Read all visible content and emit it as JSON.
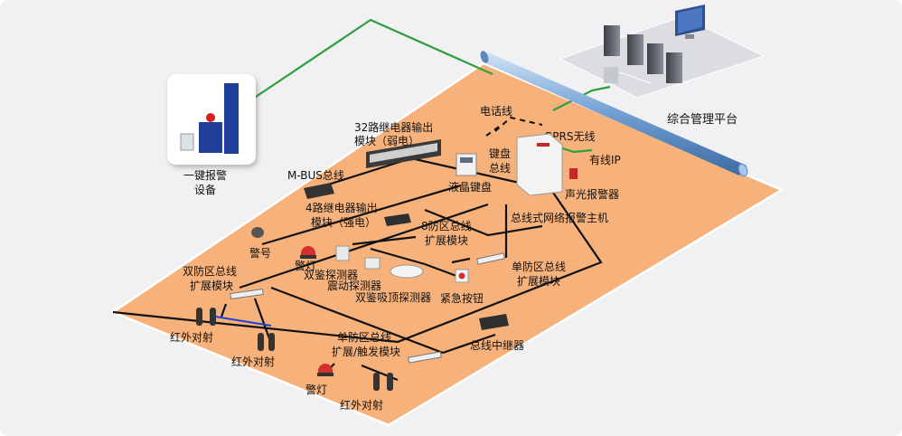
{
  "colors": {
    "background": "#f1f1f3",
    "floor": "#f7b27c",
    "floor_edge": "#ffffff",
    "bus_line": "#111111",
    "network_line": "#2e9e3f",
    "phone_line": "#111111",
    "pipe": "#7aa7d6",
    "beam": "#1f3fcf"
  },
  "labels": {
    "platform": "综合管理平台",
    "one_key_alarm_l1": "一键报警",
    "one_key_alarm_l2": "设备",
    "relay32_l1": "32路继电器输出",
    "relay32_l2": "模块（弱电）",
    "phone_line": "电话线",
    "gprs": "GPRS无线",
    "wired_ip": "有线IP",
    "keypad_bus_l1": "键盘",
    "keypad_bus_l2": "总线",
    "lcd_keypad": "液晶键盘",
    "sound_light_alarm": "声光报警器",
    "mbus": "M-BUS总线",
    "relay4_l1": "4路继电器输出",
    "relay4_l2": "模块（强电）",
    "zone8_l1": "8防区总线",
    "zone8_l2": "扩展模块",
    "host": "总线式网络报警主机",
    "horn": "警号",
    "lamp1": "警灯",
    "dual_detector": "双鉴探测器",
    "vibration_detector": "震动探测器",
    "ceiling_detector": "双鉴吸顶探测器",
    "emergency_button": "紧急按钮",
    "single_zone_l1": "单防区总线",
    "single_zone_l2": "扩展模块",
    "dual_zone_l1": "双防区总线",
    "dual_zone_l2": "扩展模块",
    "ir_beam1": "红外对射",
    "ir_beam2": "红外对射",
    "single_trigger_l1": "单防区总线",
    "single_trigger_l2": "扩展/触发模块",
    "bus_repeater": "总线中继器",
    "lamp2": "警灯",
    "ir_beam3": "红外对射"
  },
  "icons": [
    "server-cluster-icon",
    "monitor-icon",
    "alarm-post-icon",
    "relay-module-icon",
    "keypad-icon",
    "alarm-host-cabinet-icon",
    "siren-lamp-icon",
    "horn-icon",
    "motion-detector-icon",
    "ceiling-detector-icon",
    "emergency-button-icon",
    "infrared-beam-icon",
    "bus-module-icon",
    "repeater-icon"
  ]
}
